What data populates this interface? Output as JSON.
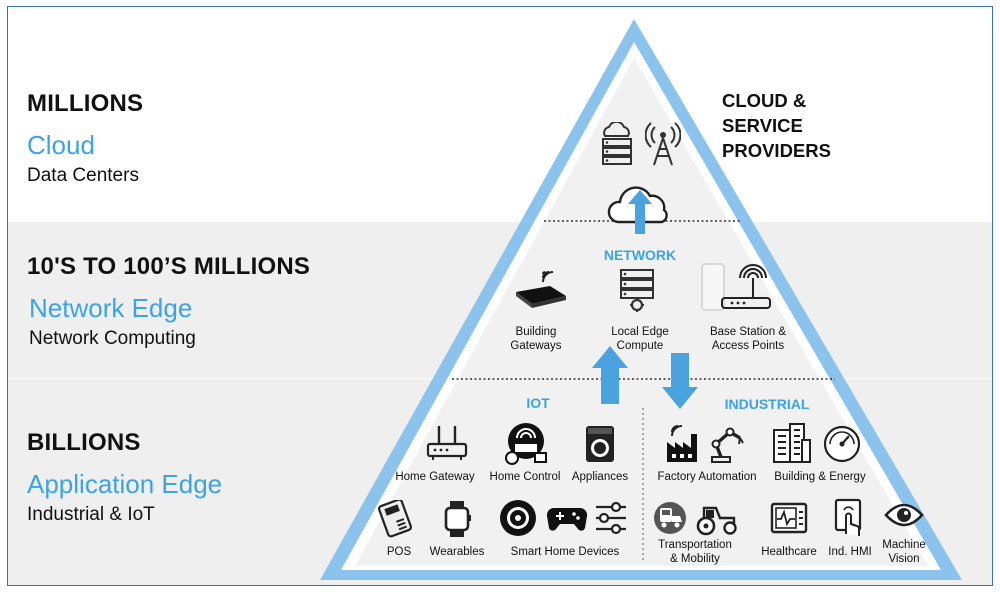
{
  "tiers": {
    "cloud": {
      "heading": "MILLIONS",
      "name": "Cloud",
      "sub": "Data Centers"
    },
    "network": {
      "heading": "10'S TO 100’S MILLIONS",
      "name": "Network Edge",
      "sub": "Network Computing"
    },
    "app": {
      "heading": "BILLIONS",
      "name": "Application Edge",
      "sub": "Industrial & IoT"
    }
  },
  "cloud_caption": [
    "CLOUD &",
    "SERVICE",
    "PROVIDERS"
  ],
  "network": {
    "section": "NETWORK",
    "items": {
      "building_gateways": [
        "Building",
        "Gateways"
      ],
      "local_edge": [
        "Local Edge",
        "Compute"
      ],
      "base_station": [
        "Base Station &",
        "Access Points"
      ]
    }
  },
  "iot": {
    "section": "IOT",
    "home_gateway": "Home Gateway",
    "home_control": "Home Control",
    "appliances": "Appliances",
    "pos": "POS",
    "wearables": "Wearables",
    "smart_home": "Smart Home Devices"
  },
  "industrial": {
    "section": "INDUSTRIAL",
    "factory": "Factory Automation",
    "building_energy": "Building & Energy",
    "transport": [
      "Transportation",
      "& Mobility"
    ],
    "healthcare": "Healthcare",
    "hmi": "Ind. HMI",
    "machine_vision": [
      "Machine",
      "Vision"
    ]
  },
  "colors": {
    "accent": "#3ba3e6",
    "pyramid_edge": "#8cc3ec",
    "arrow": "#4aa3df",
    "band": "#efefef"
  }
}
